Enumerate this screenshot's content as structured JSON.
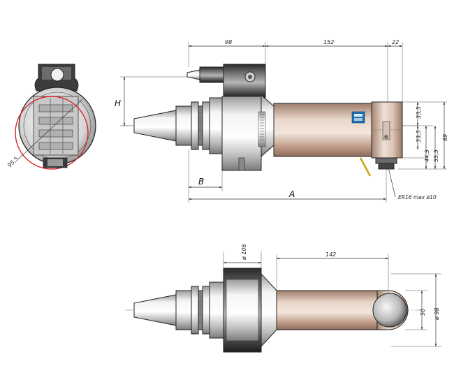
{
  "drawing": {
    "dimensions_top": {
      "d98": "98",
      "d152": "152",
      "d22": "22",
      "H": "H",
      "B": "B",
      "A": "A",
      "d33_5_upper": "33,5",
      "d33_5_lower": "33,5",
      "d44_5": "44,5",
      "d55_5": "55,5",
      "d89": "89",
      "collet_note": "ER16 max ø10"
    },
    "dimensions_side": {
      "r95_5": "95,5"
    },
    "dimensions_bottom": {
      "d106": "ø 106",
      "d142": "142",
      "d50": "50",
      "d98": "ø 98"
    },
    "colors": {
      "body_tan": "#c9a996",
      "steel_light": "#e3e3e3",
      "steel_dark": "#4a4a4a",
      "circle_red": "#d6262c",
      "logo_blue": "#1f6fb5",
      "collet_yellow": "#e0c23a"
    }
  }
}
